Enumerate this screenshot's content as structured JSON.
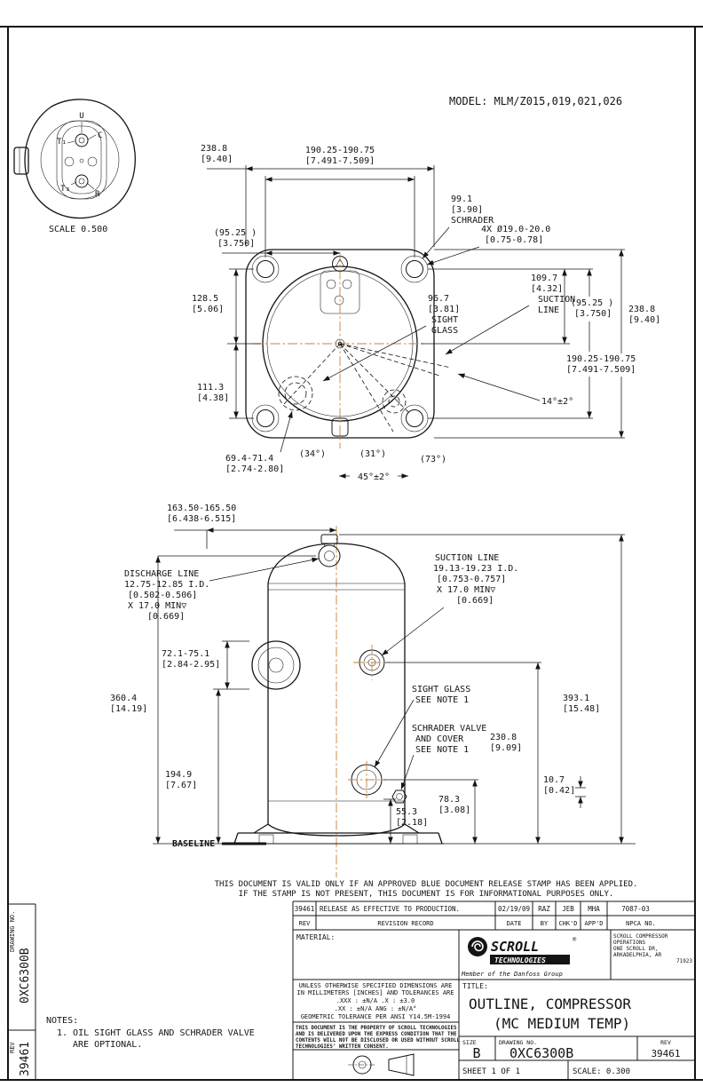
{
  "model_label": "MODEL: MLM/Z015,019,021,026",
  "detail_view": {
    "scale": "SCALE 0.500",
    "term_u": "U",
    "term_c": "C",
    "term_t1": "T₁",
    "term_t3": "T₃",
    "term_r": "R"
  },
  "top_view": {
    "overall_top_mm": "238.8",
    "overall_top_in": "[9.40]",
    "bolt_span_top_mm": "190.25-190.75",
    "bolt_span_top_in": "[7.491-7.509]",
    "schrader_mm": "99.1",
    "schrader_in": "[3.90]",
    "schrader_label": "SCHRADER",
    "holes_mm": "4X Ø19.0-20.0",
    "holes_in": "[0.75-0.78]",
    "half_left_mm": "(95.25 )",
    "half_left_in": "[3.750]",
    "dim128_mm": "128.5",
    "dim128_in": "[5.06]",
    "suction_mm": "109.7",
    "suction_in": "[4.32]",
    "suction_l1": "SUCTION",
    "suction_l2": "LINE",
    "sight_mm": "96.7",
    "sight_in": "[3.81]",
    "sight_l1": "SIGHT",
    "sight_l2": "GLASS",
    "half_right_mm": "(95.25 )",
    "half_right_in": "[3.750]",
    "overall_right_mm": "238.8",
    "overall_right_in": "[9.40]",
    "bolt_span_right_mm": "190.25-190.75",
    "bolt_span_right_in": "[7.491-7.509]",
    "dim111_mm": "111.3",
    "dim111_in": "[4.38]",
    "angle14": "14°±2°",
    "dim69_mm": "69.4-71.4",
    "dim69_in": "[2.74-2.80]",
    "angle34": "(34°)",
    "angle31": "(31°)",
    "angle73": "(73°)",
    "angle45": "45°±2°"
  },
  "side_view": {
    "dim163_mm": "163.50-165.50",
    "dim163_in": "[6.438-6.515]",
    "discharge_l1": "DISCHARGE LINE",
    "discharge_l2": "12.75-12.85 I.D.",
    "discharge_l3": "[0.502-0.506]",
    "discharge_l4": "X 17.0 MIN▽",
    "discharge_l5": "[0.669]",
    "suction_l1": "SUCTION LINE",
    "suction_l2": "19.13-19.23 I.D.",
    "suction_l3": "[0.753-0.757]",
    "suction_l4": "X 17.0 MIN▽",
    "suction_l5": "[0.669]",
    "dim72_mm": "72.1-75.1",
    "dim72_in": "[2.84-2.95]",
    "dim360_mm": "360.4",
    "dim360_in": "[14.19]",
    "sight_l1": "SIGHT GLASS",
    "sight_l2": "SEE NOTE 1",
    "schrader_l1": "SCHRADER VALVE",
    "schrader_l2": "AND COVER",
    "schrader_l3": "SEE NOTE 1",
    "dim393_mm": "393.1",
    "dim393_in": "[15.48]",
    "dim230_mm": "230.8",
    "dim230_in": "[9.09]",
    "dim194_mm": "194.9",
    "dim194_in": "[7.67]",
    "dim10_mm": "10.7",
    "dim10_in": "[0.42]",
    "dim78_mm": "78.3",
    "dim78_in": "[3.08]",
    "dim55_mm": "55.3",
    "dim55_in": "[2.18]",
    "baseline": "BASELINE"
  },
  "disclaimer": {
    "line1": "THIS DOCUMENT IS VALID ONLY IF AN APPROVED BLUE DOCUMENT RELEASE STAMP HAS BEEN APPLIED.",
    "line2": "IF THE STAMP IS NOT PRESENT, THIS DOCUMENT IS FOR INFORMATIONAL PURPOSES ONLY."
  },
  "notes": {
    "header": "NOTES:",
    "line1": "1. OIL SIGHT GLASS AND SCHRADER VALVE",
    "line2": "ARE OPTIONAL."
  },
  "edge": {
    "drawing_no_label": "DRAWING NO.",
    "drawing_no_value": "0XC6300B",
    "rev_label": "REV",
    "rev_value": "39461"
  },
  "title_block": {
    "rev_entry": {
      "rev": "39461",
      "desc": "RELEASE AS EFFECTIVE TO PRODUCTION.",
      "date": "02/19/09",
      "by": "RAZ",
      "chkd": "JEB",
      "appd": "MHA",
      "npca": "7087-03"
    },
    "rev_header": {
      "rev": "REV",
      "desc": "REVISION RECORD",
      "date": "DATE",
      "by": "BY",
      "chkd": "CHK'D",
      "appd": "APP'D",
      "npca": "NPCA NO."
    },
    "material_label": "MATERIAL:",
    "logo_scroll": "SCROLL",
    "logo_tech": "TECHNOLOGIES",
    "logo_reg": "®",
    "logo_tagline": "Member of the Danfoss Group",
    "address_l1": "SCROLL COMPRESSOR",
    "address_l2": "OPERATIONS",
    "address_l3": "ONE SCROLL DR,",
    "address_l4": "ARKADELPHIA, AR",
    "address_l5": "71923",
    "tol_l1": "UNLESS OTHERWISE SPECIFIED DIMENSIONS ARE",
    "tol_l2": "IN MILLIMETERS [INCHES] AND TOLERANCES ARE",
    "tol_l3": ".XXX : ±N/A  .X : ±3.0",
    "tol_l4": ".XX : ±N/A  ANG : ±N/A°",
    "tol_l5": "GEOMETRIC TOLERANCE PER ANSI Y14.5M-1994",
    "prop_l1": "THIS DOCUMENT IS THE PROPERTY OF SCROLL TECHNOLOGIES",
    "prop_l2": "AND IS DELIVERED UPON THE EXPRESS CONDITION THAT THE",
    "prop_l3": "CONTENTS WILL NOT BE DISCLOSED OR USED WITHOUT SCROLL",
    "prop_l4": "TECHNOLOGIES' WRITTEN CONSENT.",
    "title_label": "TITLE:",
    "title_l1": "OUTLINE, COMPRESSOR",
    "title_l2": "(MC MEDIUM TEMP)",
    "size_label": "SIZE",
    "size_value": "B",
    "dwg_label": "DRAWING NO.",
    "dwg_value": "0XC6300B",
    "rev_label": "REV",
    "rev_value": "39461",
    "sheet_label": "SHEET 1 OF 1",
    "scale_label": "SCALE: 0.300"
  }
}
